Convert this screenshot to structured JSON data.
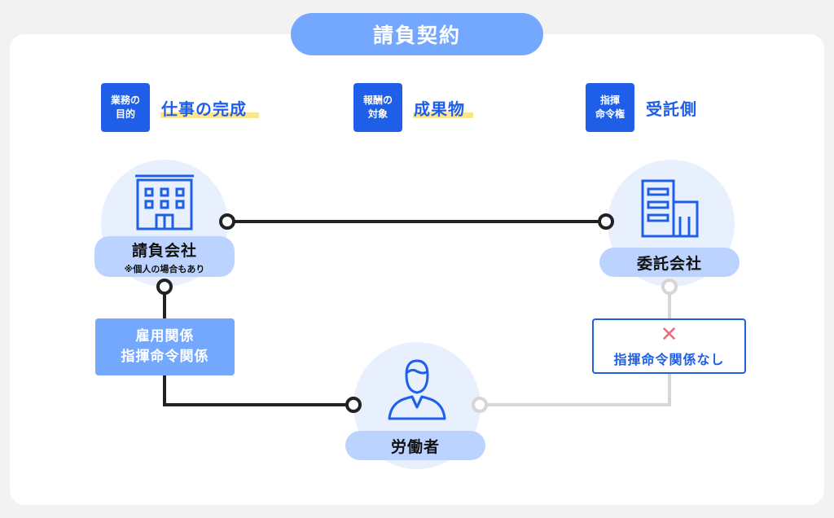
{
  "title": "請負契約",
  "criteria": [
    {
      "badge_line1": "業務の",
      "badge_line2": "目的",
      "value": "仕事の完成"
    },
    {
      "badge_line1": "報酬の",
      "badge_line2": "対象",
      "value": "成果物"
    },
    {
      "badge_line1": "指揮",
      "badge_line2": "命令権",
      "value": "受託側"
    }
  ],
  "contractor": {
    "label": "請負会社",
    "note": "※個人の場合もあり"
  },
  "client": {
    "label": "委託会社"
  },
  "worker": {
    "label": "労働者"
  },
  "employment_relation": {
    "line1": "雇用関係",
    "line2": "指揮命令関係"
  },
  "no_command_relation": {
    "mark": "✕",
    "label": "指揮命令関係なし"
  },
  "colors": {
    "primary": "#1f5fe8",
    "accent_light": "#74a8ff",
    "pill": "#bdd3ff",
    "circle": "#e8f0fe",
    "highlight": "#ffe58a",
    "line_dark": "#222222",
    "line_light": "#d6d6d6",
    "cross": "#f06a7a"
  }
}
